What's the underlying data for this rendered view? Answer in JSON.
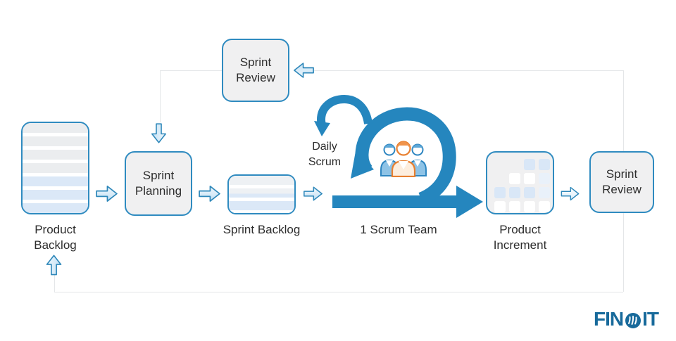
{
  "diagram": {
    "boxes": {
      "sprint_review_top": "Sprint Review",
      "sprint_planning": "Sprint Planning",
      "sprint_review_right": "Sprint Review"
    },
    "captions": {
      "product_backlog": "Product Backlog",
      "sprint_backlog": "Sprint Backlog",
      "daily_scrum": "Daily Scrum",
      "scrum_team": "1 Scrum Team",
      "product_increment": "Product Increment"
    }
  },
  "logo": {
    "name": "FINOIT",
    "text_fin": "FIN",
    "text_it": "IT"
  },
  "colors": {
    "accent_blue_border": "#2f8bc0",
    "loop_blue": "#2586be",
    "box_fill_gray": "#f0f0f1",
    "stripe_blue": "#dbe8f7",
    "connector_gray": "#e4e6e8",
    "text_dark": "#2d2d2d",
    "people_orange": "#e87f2f",
    "logo_navy": "#186a9b"
  },
  "icons": {
    "product_backlog_icon": "striped-list-box",
    "sprint_backlog_icon": "striped-list-box-small",
    "scrum_team_icon": "three-people",
    "product_increment_icon": "pixel-grid-box",
    "loop_icon": "sprint-iteration-loop-arrow",
    "daily_scrum_icon": "small-loop-arrow",
    "increment_grid": [
      "..bb",
      ".wwl",
      "bbbl",
      "wwww"
    ]
  }
}
